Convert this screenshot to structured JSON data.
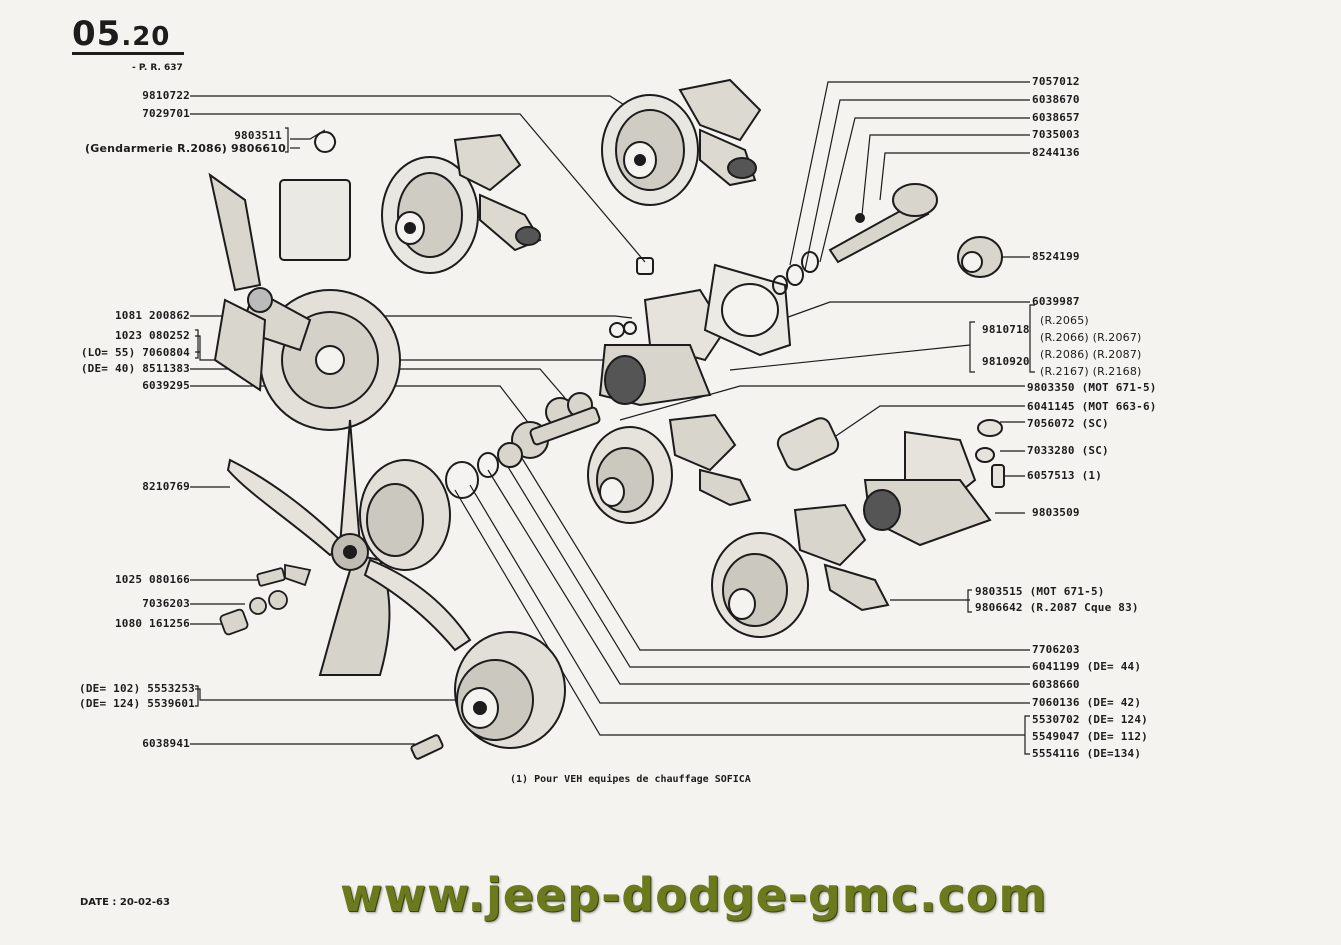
{
  "header": {
    "section_code_major": "05",
    "section_code_minor": ".20",
    "reference": "- P. R. 637"
  },
  "callouts_left": [
    {
      "label": "9810722"
    },
    {
      "label": "7029701"
    },
    {
      "label": "9803511"
    },
    {
      "label": "(Gendarmerie R.2086) 9806610"
    },
    {
      "label": "1081 200862"
    },
    {
      "label": "1023 080252"
    },
    {
      "label": "(LO= 55) 7060804"
    },
    {
      "label": "(DE= 40) 8511383"
    },
    {
      "label": "6039295"
    },
    {
      "label": "8210769"
    },
    {
      "label": "1025 080166"
    },
    {
      "label": "7036203"
    },
    {
      "label": "1080 161256"
    },
    {
      "label": "(DE= 102) 5553253"
    },
    {
      "label": "(DE= 124) 5539601"
    },
    {
      "label": "6038941"
    }
  ],
  "callouts_right": [
    {
      "label": "7057012"
    },
    {
      "label": "6038670"
    },
    {
      "label": "6038657"
    },
    {
      "label": "7035003"
    },
    {
      "label": "8244136"
    },
    {
      "label": "8524199"
    },
    {
      "label": "6039987"
    },
    {
      "label": "9810718"
    },
    {
      "label": "(R.2065)"
    },
    {
      "label": "(R.2066) (R.2067)"
    },
    {
      "label": "9810920"
    },
    {
      "label": "(R.2086) (R.2087)"
    },
    {
      "label": "(R.2167) (R.2168)"
    },
    {
      "label": "9803350 (MOT 671-5)"
    },
    {
      "label": "6041145 (MOT 663-6)"
    },
    {
      "label": "7056072 (SC)"
    },
    {
      "label": "7033280 (SC)"
    },
    {
      "label": "6057513 (1)"
    },
    {
      "label": "9803509"
    },
    {
      "label": "9803515 (MOT 671-5)"
    },
    {
      "label": "9806642 (R.2087 Cque 83)"
    },
    {
      "label": "7706203"
    },
    {
      "label": "6041199 (DE= 44)"
    },
    {
      "label": "6038660"
    },
    {
      "label": "7060136 (DE= 42)"
    },
    {
      "label": "5530702 (DE= 124)"
    },
    {
      "label": "5549047 (DE= 112)"
    },
    {
      "label": "5554116 (DE=134)"
    }
  ],
  "footnote": "(1) Pour VEH equipes de chauffage SOFICA",
  "date": "DATE : 20-02-63",
  "watermark": "www.jeep-dodge-gmc.com",
  "colors": {
    "paper": "#f4f3ef",
    "ink": "#1c1c1c",
    "watermark": "#6b7a1c"
  }
}
